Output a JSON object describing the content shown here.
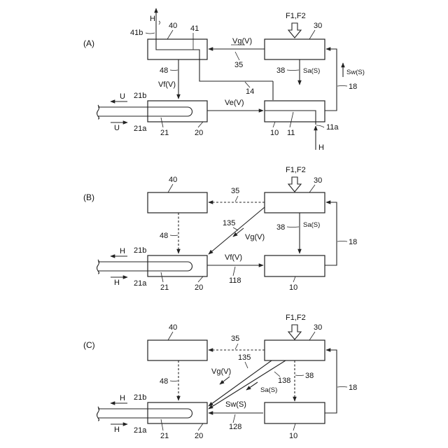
{
  "panels": {
    "A": {
      "label": "(A)",
      "ref_40": "40",
      "ref_41": "41",
      "ref_41b": "41b",
      "h_top": "H",
      "ref_30": "30",
      "feed": "F1,F2",
      "vg": "Vg(V)",
      "ref_35": "35",
      "vf": "Vf(V)",
      "ref_48": "48",
      "ref_14": "14",
      "ref_38": "38",
      "sa": "Sa(S)",
      "sw": "Sw(S)",
      "ref_18": "18",
      "u_top": "U",
      "u_bottom": "U",
      "ref_21b": "21b",
      "ref_21a": "21a",
      "ref_21": "21",
      "ref_20": "20",
      "ve": "Ve(V)",
      "ref_10": "10",
      "ref_11": "11",
      "ref_11a": "11a",
      "h_bottom": "H"
    },
    "B": {
      "label": "(B)",
      "ref_40": "40",
      "ref_30": "30",
      "feed": "F1,F2",
      "ref_35": "35",
      "ref_48": "48",
      "ref_135": "135",
      "vg": "Vg(V)",
      "ref_38": "38",
      "sa": "Sa(S)",
      "ref_18": "18",
      "h_top": "H",
      "h_bottom": "H",
      "ref_21b": "21b",
      "ref_21a": "21a",
      "ref_21": "21",
      "ref_20": "20",
      "vf": "Vf(V)",
      "ref_118": "118",
      "ref_10": "10"
    },
    "C": {
      "label": "(C)",
      "ref_40": "40",
      "ref_30": "30",
      "feed": "F1,F2",
      "ref_35": "35",
      "ref_48": "48",
      "vg": "Vg(V)",
      "ref_135": "135",
      "ref_138": "138",
      "ref_38": "38",
      "sa": "Sa(S)",
      "ref_18": "18",
      "h_top": "H",
      "h_bottom": "H",
      "ref_21b": "21b",
      "ref_21a": "21a",
      "ref_21": "21",
      "ref_20": "20",
      "sw": "Sw(S)",
      "ref_128": "128",
      "ref_10": "10"
    }
  }
}
